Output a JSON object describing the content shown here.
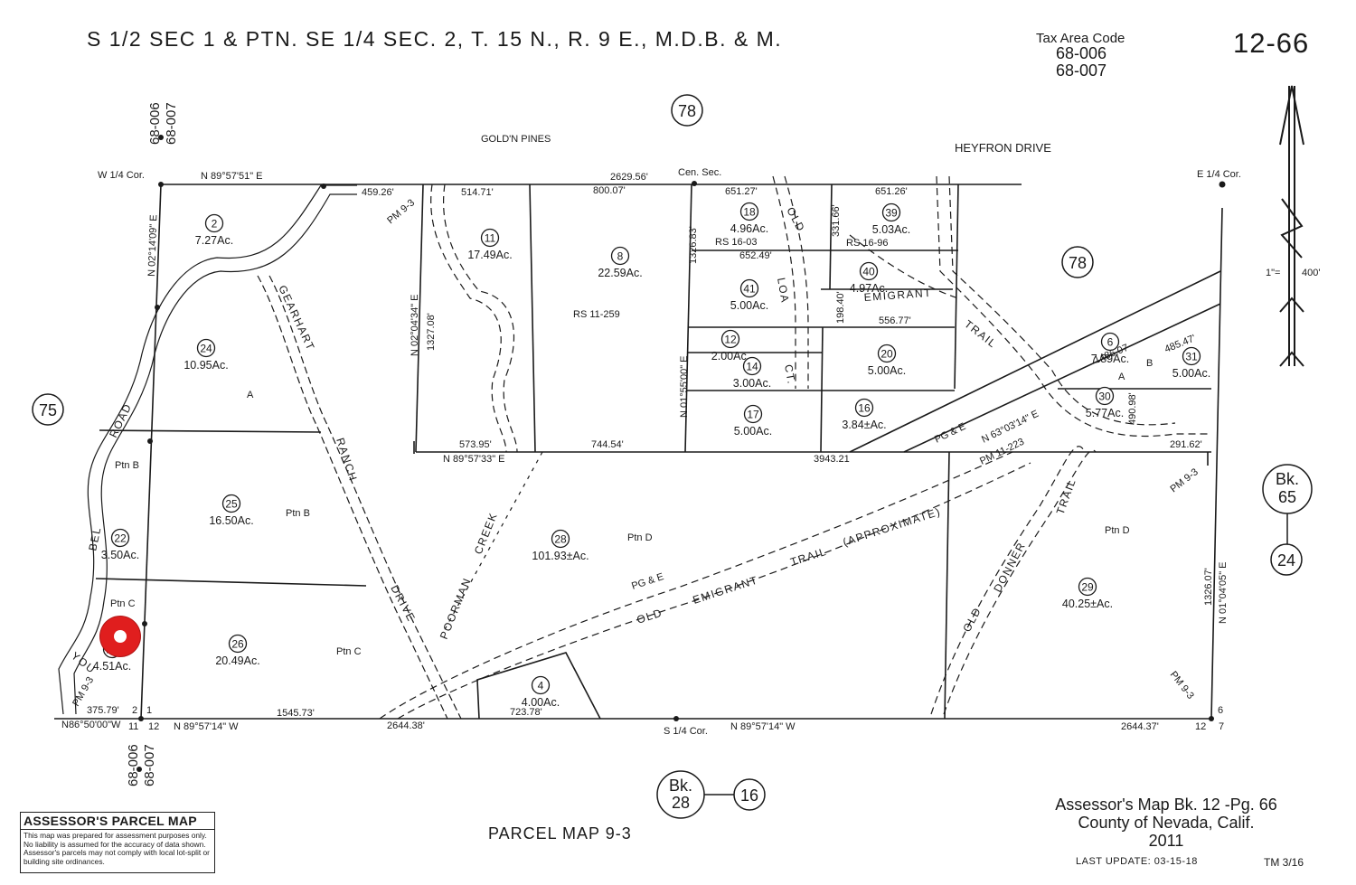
{
  "header": {
    "title": "S 1/2 SEC 1 & PTN. SE 1/4 SEC. 2, T. 15 N., R. 9 E., M.D.B. & M.",
    "tax_area_label": "Tax Area Code",
    "tax_codes": [
      "68-006",
      "68-007"
    ],
    "page_id": "12-66"
  },
  "scale": {
    "ratio_left": "1\"=",
    "ratio_right": "400'"
  },
  "books": {
    "b78a": "78",
    "b78b": "78",
    "b75": "75",
    "bk65": "Bk.",
    "bk65n": "65",
    "b24": "24",
    "bk28": "Bk.",
    "bk28n": "28",
    "b16": "16"
  },
  "tax_marks": {
    "top_a": "68-006",
    "top_b": "68-007",
    "bot_a": "68-006",
    "bot_b": "68-007"
  },
  "corners": {
    "w_quarter": "W 1/4 Cor.",
    "cen_sec": "Cen. Sec.",
    "e_quarter": "E 1/4 Cor.",
    "s_quarter": "S 1/4 Cor."
  },
  "places": {
    "goldn_pines": "GOLD'N PINES",
    "heyfron": "HEYFRON DRIVE"
  },
  "bearings": {
    "top": "N 89°57'51\" E",
    "left": "N 02°14'09\" E",
    "mid": "N 89°57'33\" E",
    "bot_left": "N 89°57'14\" W",
    "bot_right": "N 89°57'14\" W",
    "right": "N 01°04'05\" E",
    "sw": "N86°50'00\"W",
    "interior1": "N 02°04'34\" E",
    "interior2": "N 01°55'00\" E",
    "pge_line": "N 63°03'14\" E"
  },
  "distances": {
    "d459": "459.26'",
    "d514": "514.71'",
    "d2629": "2629.56'",
    "d800": "800.07'",
    "d651a": "651.27'",
    "d651b": "651.26'",
    "d1326a": "1326.83'",
    "d652": "652.49'",
    "d331": "331.66'",
    "d198": "198.40'",
    "d556": "556.77'",
    "d1327": "1327.08'",
    "d573": "573.95'",
    "d744": "744.54'",
    "d3943": "3943.21",
    "d291": "291.62'",
    "d1486": "1486.07",
    "d485": "485.47'",
    "d490": "490.98'",
    "d1326b": "1326.07'",
    "d375": "375.79'",
    "d1545": "1545.73'",
    "d2644a": "2644.38'",
    "d723": "723.78'",
    "d2644b": "2644.37'"
  },
  "section_nums": {
    "n2": "2",
    "n1": "1",
    "n11": "11",
    "n12": "12",
    "n6": "6",
    "n12b": "12",
    "n7": "7"
  },
  "parcels": [
    {
      "no": "2",
      "area": "7.27Ac."
    },
    {
      "no": "24",
      "area": "10.95Ac."
    },
    {
      "no": "25",
      "area": "16.50Ac."
    },
    {
      "no": "22",
      "area": "3.50Ac."
    },
    {
      "no": "23",
      "area": "4.51Ac."
    },
    {
      "no": "26",
      "area": "20.49Ac."
    },
    {
      "no": "11",
      "area": "17.49Ac."
    },
    {
      "no": "8",
      "area": "22.59Ac."
    },
    {
      "no": "18",
      "area": "4.96Ac."
    },
    {
      "no": "39",
      "area": "5.03Ac."
    },
    {
      "no": "40",
      "area": "4.97Ac."
    },
    {
      "no": "41",
      "area": "5.00Ac."
    },
    {
      "no": "12",
      "area": "2.00Ac."
    },
    {
      "no": "14",
      "area": "3.00Ac."
    },
    {
      "no": "20",
      "area": "5.00Ac."
    },
    {
      "no": "17",
      "area": "5.00Ac."
    },
    {
      "no": "16",
      "area": "3.84±Ac."
    },
    {
      "no": "6",
      "area": "7.89Ac."
    },
    {
      "no": "31",
      "area": "5.00Ac."
    },
    {
      "no": "30",
      "area": "5.77Ac."
    },
    {
      "no": "28",
      "area": "101.93±Ac."
    },
    {
      "no": "29",
      "area": "40.25±Ac."
    },
    {
      "no": "4",
      "area": "4.00Ac."
    }
  ],
  "labels": {
    "ptn_b1": "Ptn B",
    "ptn_b2": "Ptn B",
    "ptn_c1": "Ptn C",
    "ptn_c2": "Ptn C",
    "ptn_d1": "Ptn D",
    "ptn_d2": "Ptn D",
    "a1": "A",
    "a2": "A",
    "b1": "B",
    "rs1": "RS 11-259",
    "rs2": "RS 16-03",
    "rs3": "RS 16-96",
    "pm1": "PM 9-3",
    "pm2": "PM 9-3",
    "pm3": "PM 9-3",
    "pm4": "PM 9-3",
    "pm5": "PM 11-223",
    "pge1": "PG & E",
    "pge2": "PG & E"
  },
  "roads": {
    "road": "ROAD",
    "bel": "BEL",
    "you": "YOU",
    "gearhart": "GEARHART",
    "ranch": "RANCH",
    "drive": "DRIVE",
    "poorman": "POORMAN",
    "creek": "CREEK",
    "old1": "OLD",
    "loa": "LOA",
    "ct": "CT.",
    "emigrant1": "EMIGRANT",
    "trail1": "TRAIL",
    "old2": "OLD",
    "emigrant2": "EMIGRANT",
    "trail2": "TRAIL",
    "approx": "(APPROXIMATE)",
    "old3": "OLD",
    "donner": "DONNER",
    "trail3": "TRAIL"
  },
  "footer": {
    "assessor_title": "ASSESSOR'S PARCEL MAP",
    "disclaimer": "This map was prepared for assessment purposes only. No liability is assumed for the accuracy of data shown. Assessor's parcels may not comply with local lot-split or building site ordinances.",
    "parcel_map": "PARCEL MAP 9-3",
    "book_line": "Assessor's Map Bk. 12 -Pg. 66",
    "county_line": "County of Nevada, Calif.",
    "year": "2011",
    "last_update": "LAST UPDATE: 03-15-18",
    "tm": "TM 3/16"
  },
  "colors": {
    "ink": "#1a1a1a",
    "marker": "#e01e1e"
  }
}
